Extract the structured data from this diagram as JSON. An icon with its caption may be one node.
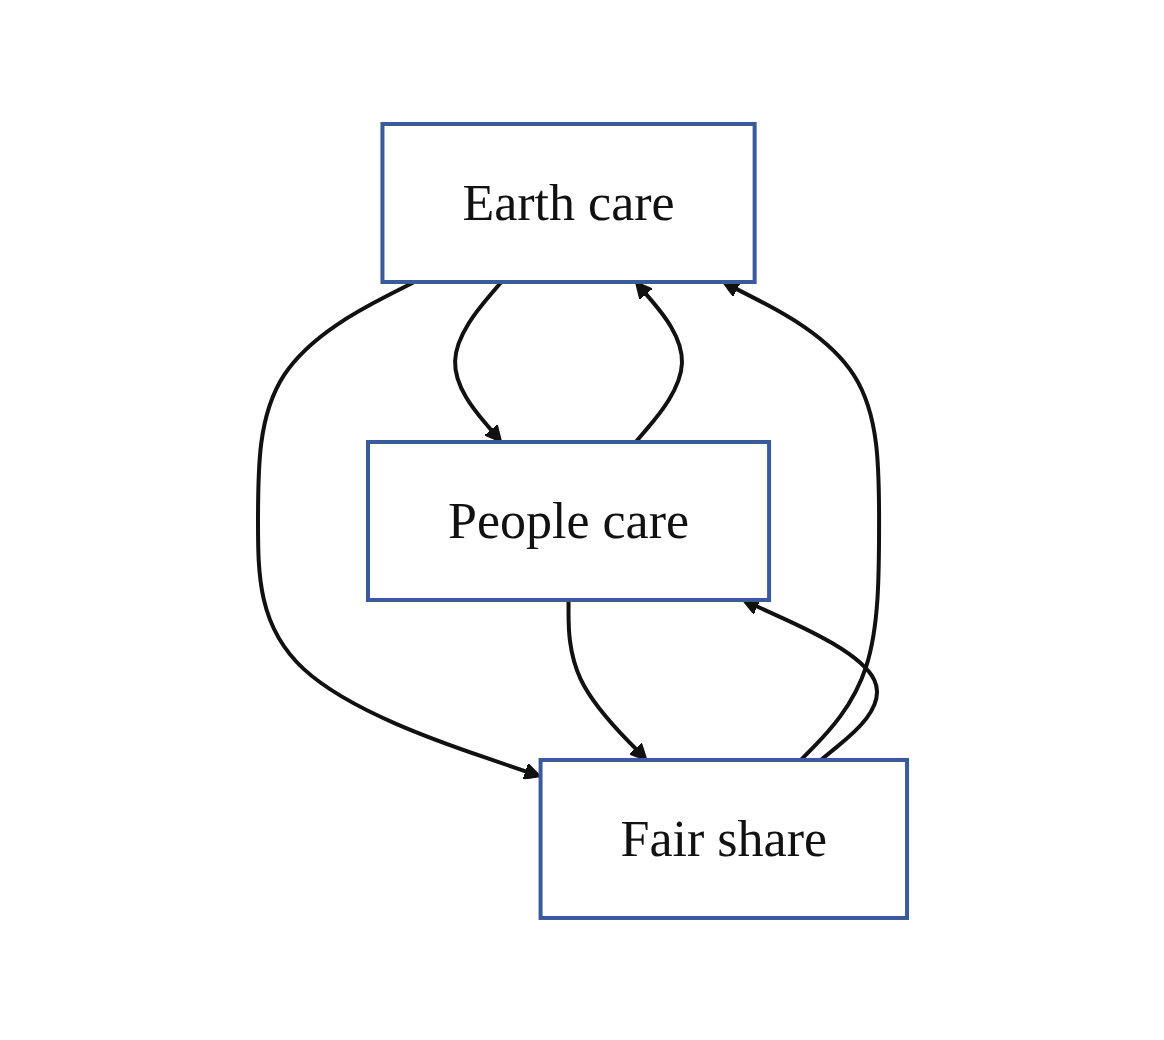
{
  "diagram": {
    "nodes": [
      {
        "text": [
          "Earth care"
        ]
      },
      {
        "text": [
          "People care"
        ]
      },
      {
        "text": [
          "Fair share"
        ]
      }
    ],
    "edges": [
      {
        "from": 0,
        "to": 1,
        "arrow": "to"
      },
      {
        "from": 1,
        "to": 0,
        "arrow": "to"
      },
      {
        "from": 0,
        "to": 2,
        "arrow": "to"
      },
      {
        "from": 2,
        "to": 0,
        "arrow": "to"
      },
      {
        "from": 2,
        "to": 1,
        "arrow": "to"
      },
      {
        "from": 1,
        "to": 2,
        "arrow": "to"
      }
    ]
  }
}
